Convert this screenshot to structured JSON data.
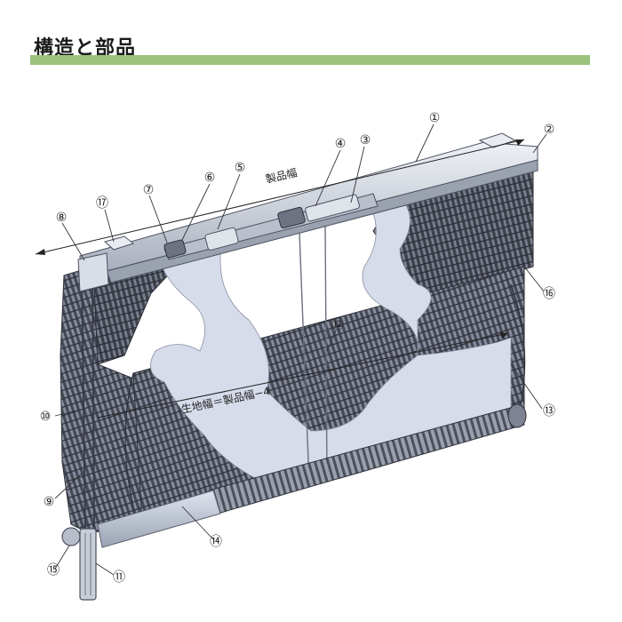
{
  "header": {
    "title": "構造と部品",
    "bar_color": "#9cc37e"
  },
  "diagram": {
    "dimension_top": "製品幅",
    "dimension_fabric": "生地幅＝製品幅−4",
    "callouts": [
      "①",
      "②",
      "③",
      "④",
      "⑤",
      "⑥",
      "⑦",
      "⑧",
      "⑨",
      "⑩",
      "⑪",
      "⑫",
      "⑬",
      "⑭",
      "⑮",
      "⑯",
      "⑰"
    ],
    "colors": {
      "rail": "#c3c9d4",
      "fabric": "#4a4f5c",
      "cutaway": "#d6dbe8",
      "line": "#333333"
    }
  }
}
